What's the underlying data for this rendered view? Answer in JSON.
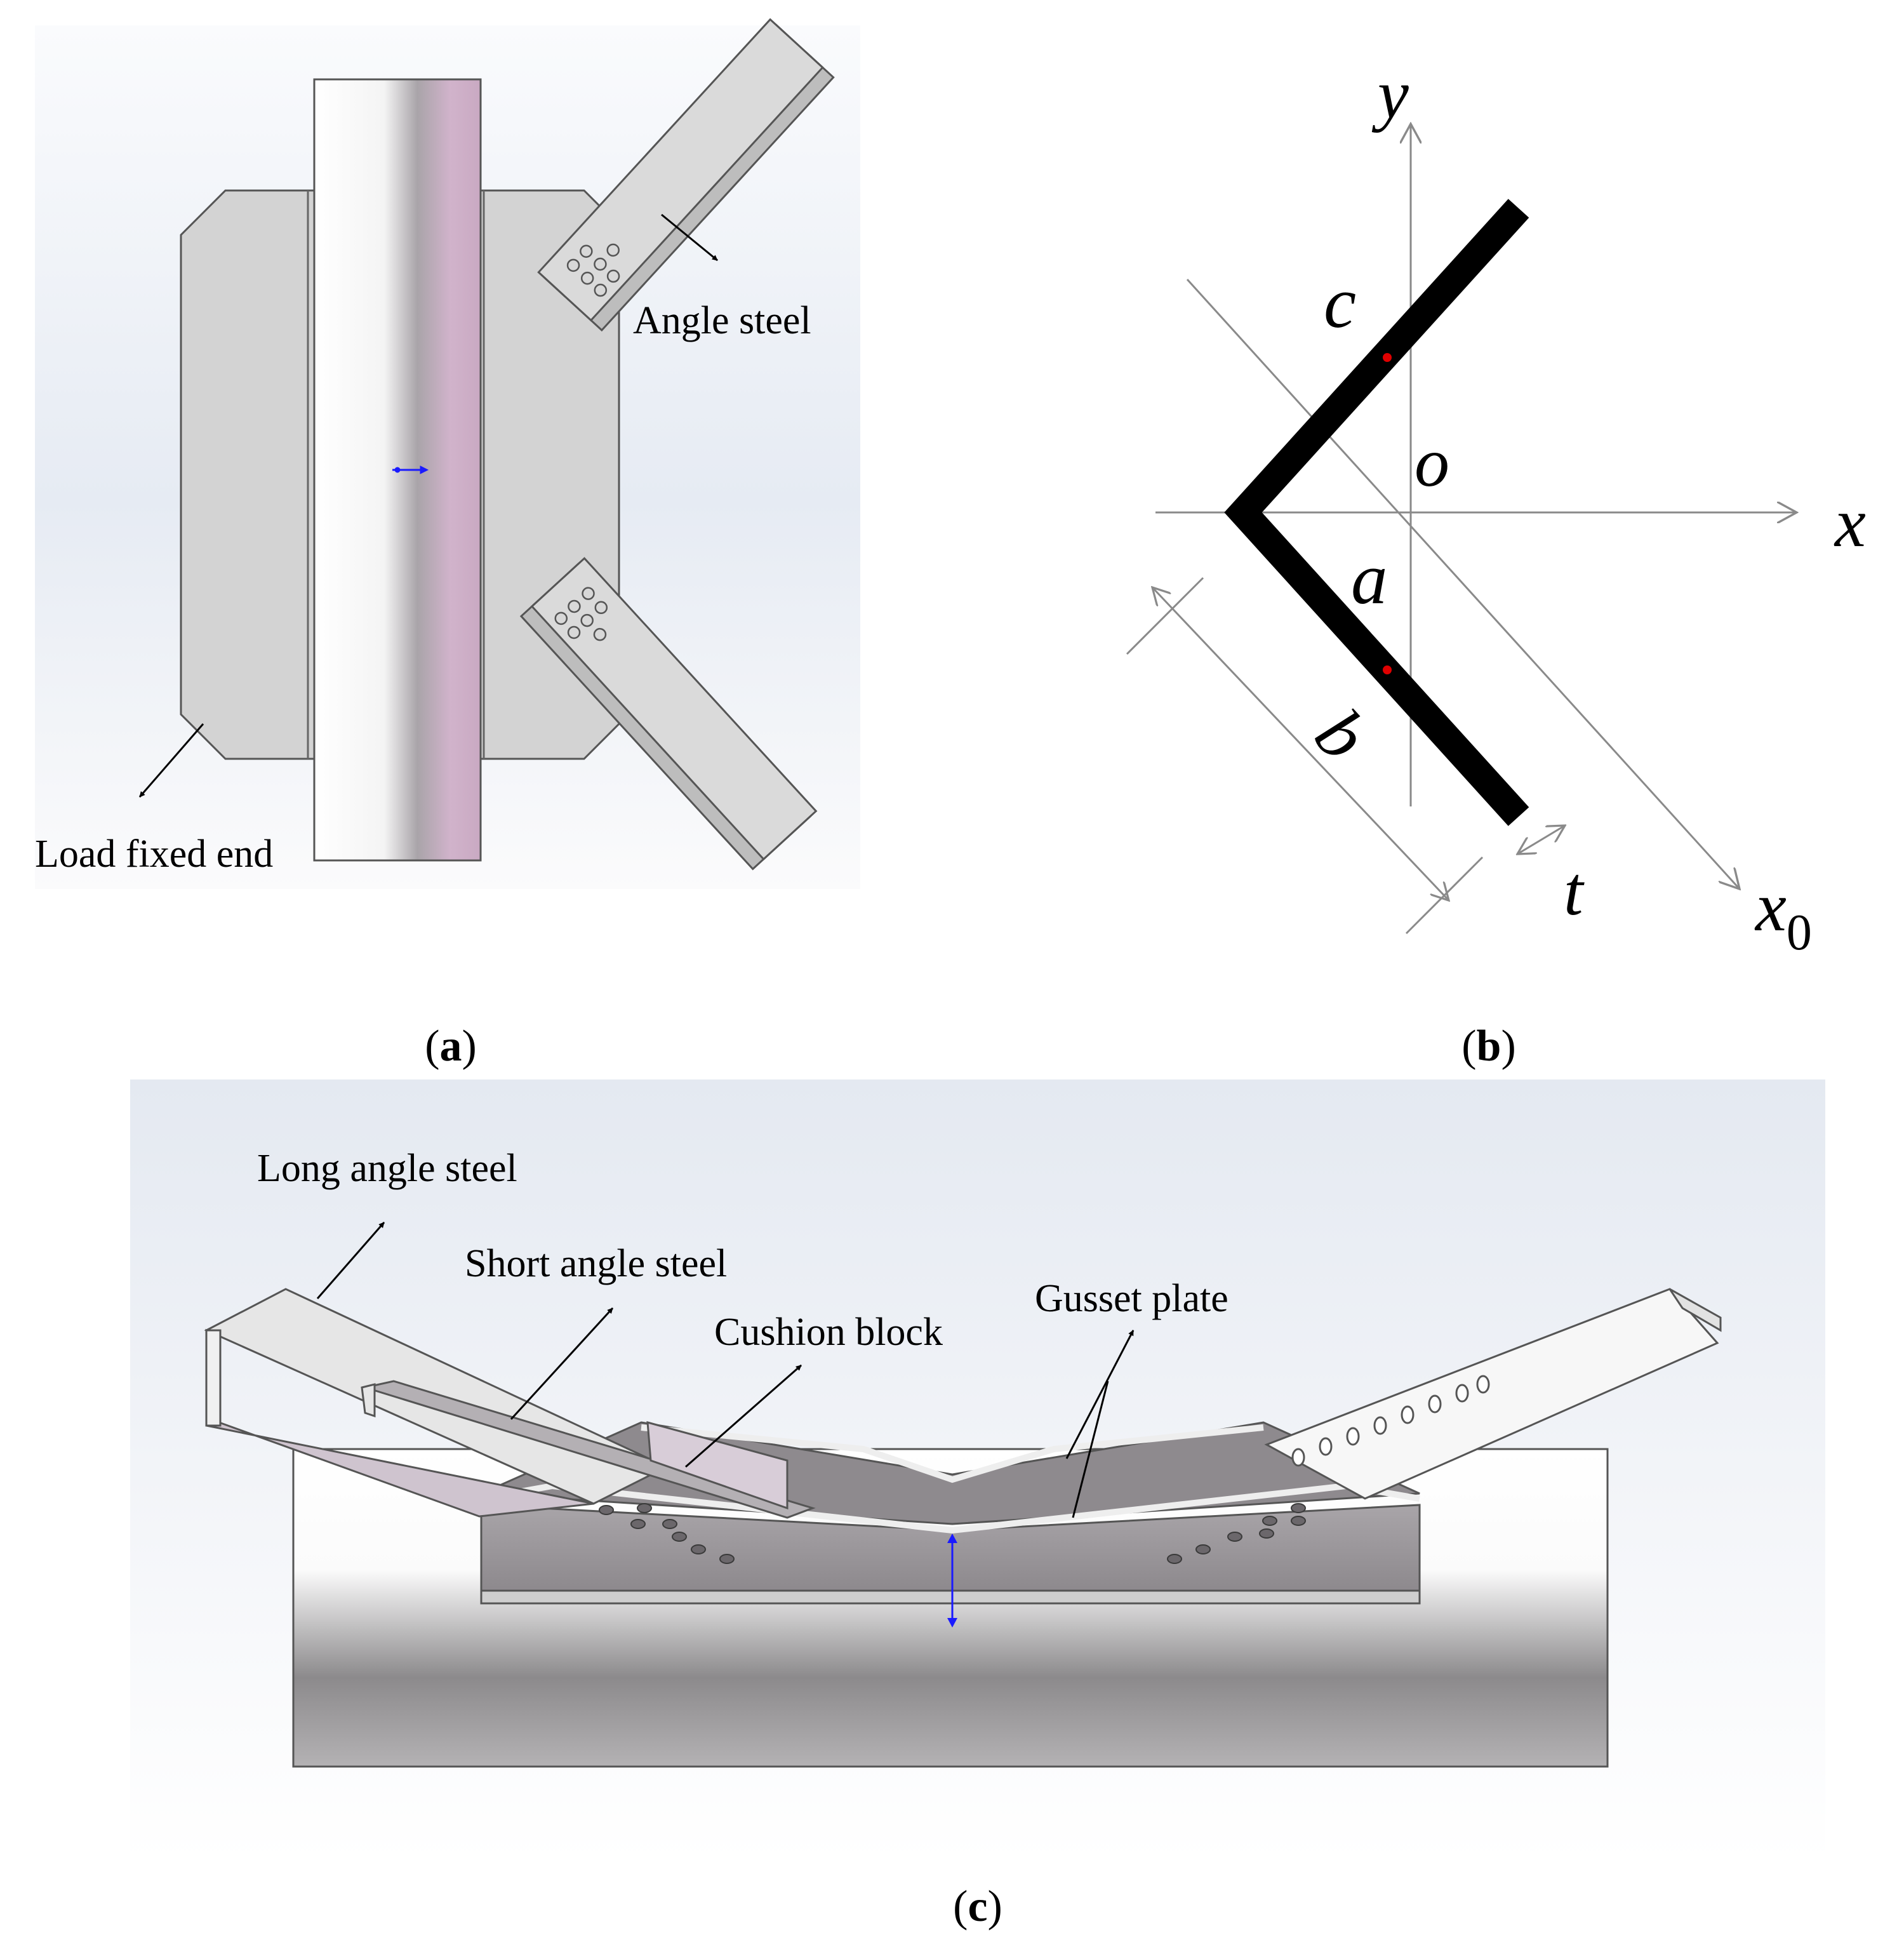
{
  "panel_a": {
    "label_prefix": "(",
    "label_letter": "a",
    "label_suffix": ")",
    "callout_angle_steel": "Angle steel",
    "callout_load_fixed_end": "Load fixed end"
  },
  "panel_b": {
    "label_prefix": "(",
    "label_letter": "b",
    "label_suffix": ")",
    "axis_y": "y",
    "axis_x": "x",
    "axis_x0_base": "x",
    "axis_x0_sub": "0",
    "origin": "o",
    "dim_c": "c",
    "dim_a": "a",
    "dim_b": "b",
    "dim_t": "t"
  },
  "panel_c": {
    "label_prefix": "(",
    "label_letter": "c",
    "label_suffix": ")",
    "callout_long_angle_steel": "Long angle steel",
    "callout_short_angle_steel": "Short angle steel",
    "callout_cushion_block": "Cushion block",
    "callout_gusset_plate": "Gusset plate"
  },
  "colors": {
    "plate_gray": "#d4d4d4",
    "pipe_pink": "#c6a8c0",
    "angle_black": "#000000",
    "dim_gray": "#8a8a8a",
    "marker_red": "#e00000",
    "indicator_blue": "#1a1aff"
  }
}
